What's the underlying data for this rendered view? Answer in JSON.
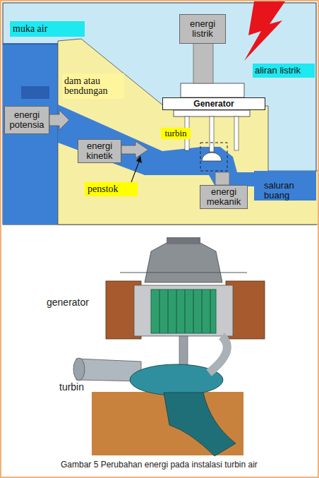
{
  "diagram": {
    "caption": "Gambar 5 Perubahan energi pada instalasi turbin air",
    "nodes": [
      {
        "text": [
          "muka air"
        ]
      },
      {
        "text": [
          "energi listrik"
        ]
      },
      {
        "text": [
          "aliran listrik"
        ]
      },
      {
        "text": [
          "dam atau bendungan"
        ]
      },
      {
        "text": [
          "Generator"
        ]
      },
      {
        "text": [
          "energi potensia"
        ]
      },
      {
        "text": [
          "turbin"
        ]
      },
      {
        "text": [
          "energi kinetik"
        ]
      },
      {
        "text": [
          "penstok"
        ]
      },
      {
        "text": [
          "energi mekanik"
        ]
      }
    ],
    "labels": [
      "saluran buang",
      "generator",
      "turbin"
    ]
  }
}
